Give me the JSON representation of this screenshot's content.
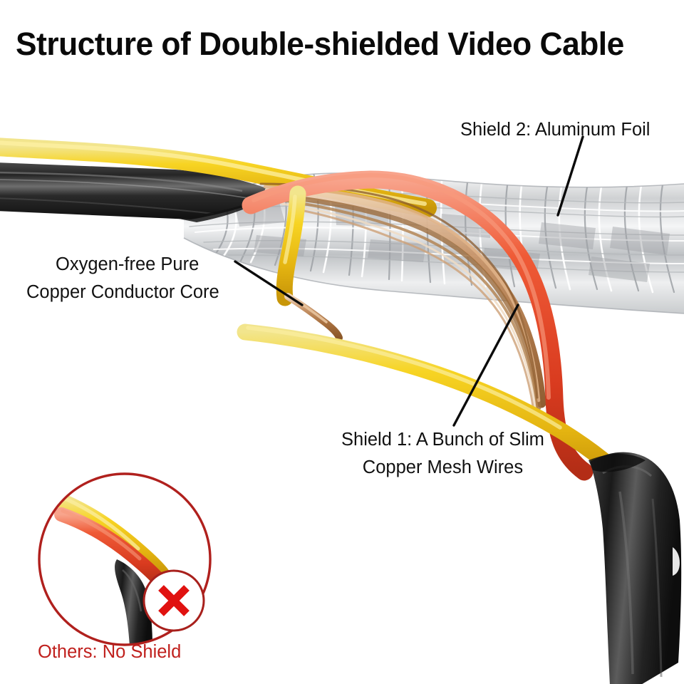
{
  "title": "Structure of Double-shielded Video Cable",
  "annotations": [
    {
      "id": "shield2",
      "line1": "Shield 2: Aluminum Foil",
      "line2": ""
    },
    {
      "id": "core",
      "line1": "Oxygen-free Pure",
      "line2": "Copper Conductor Core"
    },
    {
      "id": "shield1",
      "line1": "Shield 1: A Bunch of Slim",
      "line2": "Copper Mesh Wires"
    }
  ],
  "inset": {
    "caption": "Others: No Shield",
    "mark_icon": "x-mark-icon"
  },
  "colors": {
    "background": "#ffffff",
    "title_text": "#0a0a0a",
    "annotation_text": "#111111",
    "inset_red": "#b0201d",
    "x_mark_red": "#e01210",
    "wire_yellow": "#f5cf1c",
    "wire_red": "#e8432a",
    "jacket_black": "#1b1b1b",
    "foil_silver": "#d9dadb",
    "copper": "#c08a58"
  }
}
